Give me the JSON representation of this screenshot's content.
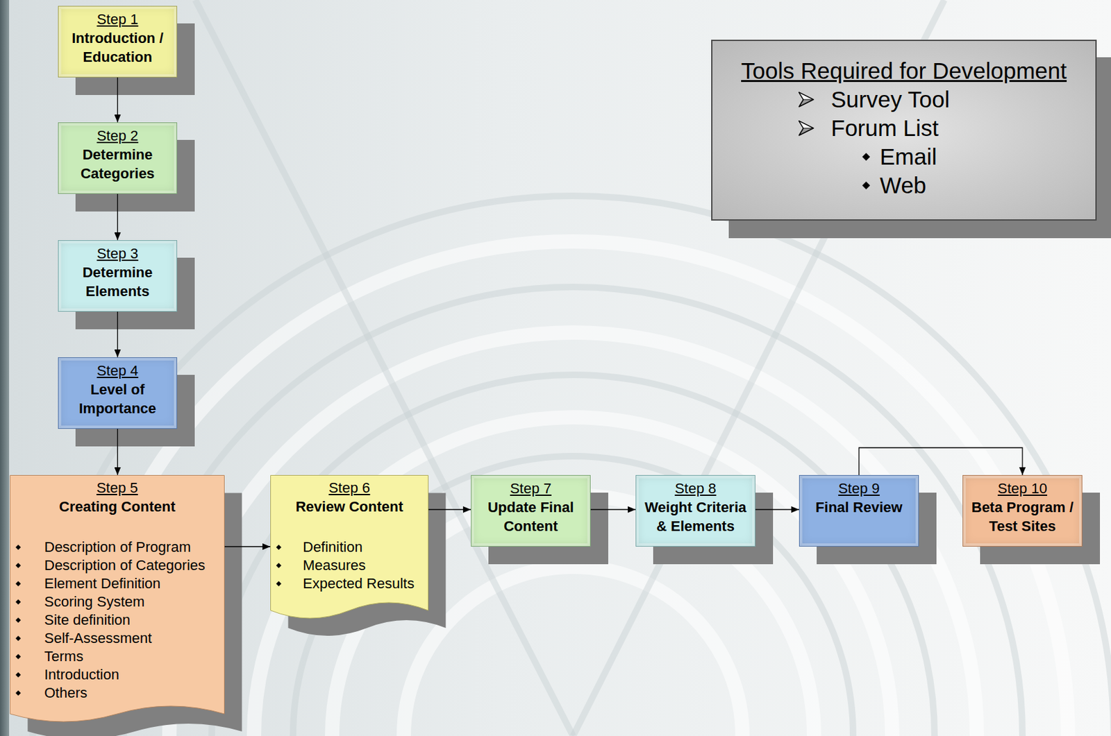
{
  "diagram": {
    "nodes": [
      {
        "text": [
          "Step 1",
          "Introduction / Education"
        ]
      },
      {
        "text": [
          "Step 2",
          "Determine Categories"
        ]
      },
      {
        "text": [
          "Step 3",
          "Determine Elements"
        ]
      },
      {
        "text": [
          "Step 4",
          "Level of Importance"
        ]
      },
      {
        "text": [
          "Step 5",
          "Creating Content",
          "Description of Program",
          "Description of Categories",
          "Element Definition",
          "Scoring System",
          "Site definition",
          "Self-Assessment",
          "Terms",
          "Introduction",
          "Others"
        ]
      },
      {
        "text": [
          "Step 6",
          "Review Content",
          "Definition",
          "Measures",
          "Expected Results"
        ]
      },
      {
        "text": [
          "Step 7",
          "Update Final Content"
        ]
      },
      {
        "text": [
          "Step 8",
          "Weight Criteria & Elements"
        ]
      },
      {
        "text": [
          "Step 9",
          "Final Review"
        ]
      },
      {
        "text": [
          "Step 10",
          "Beta Program / Test Sites"
        ]
      },
      {
        "text": [
          "Tools Required for Development",
          "Survey Tool",
          "Forum List",
          "Email",
          "Web"
        ]
      }
    ],
    "edges": [
      {
        "from": 0,
        "to": 1,
        "arrow": "to"
      },
      {
        "from": 1,
        "to": 2,
        "arrow": "to"
      },
      {
        "from": 2,
        "to": 3,
        "arrow": "to"
      },
      {
        "from": 3,
        "to": 4,
        "arrow": "to"
      },
      {
        "from": 4,
        "to": 5,
        "arrow": "to"
      },
      {
        "from": 5,
        "to": 6,
        "arrow": "to"
      },
      {
        "from": 6,
        "to": 7,
        "arrow": "to"
      },
      {
        "from": 7,
        "to": 8,
        "arrow": "to"
      },
      {
        "from": 8,
        "to": 9,
        "arrow": "to"
      }
    ]
  }
}
